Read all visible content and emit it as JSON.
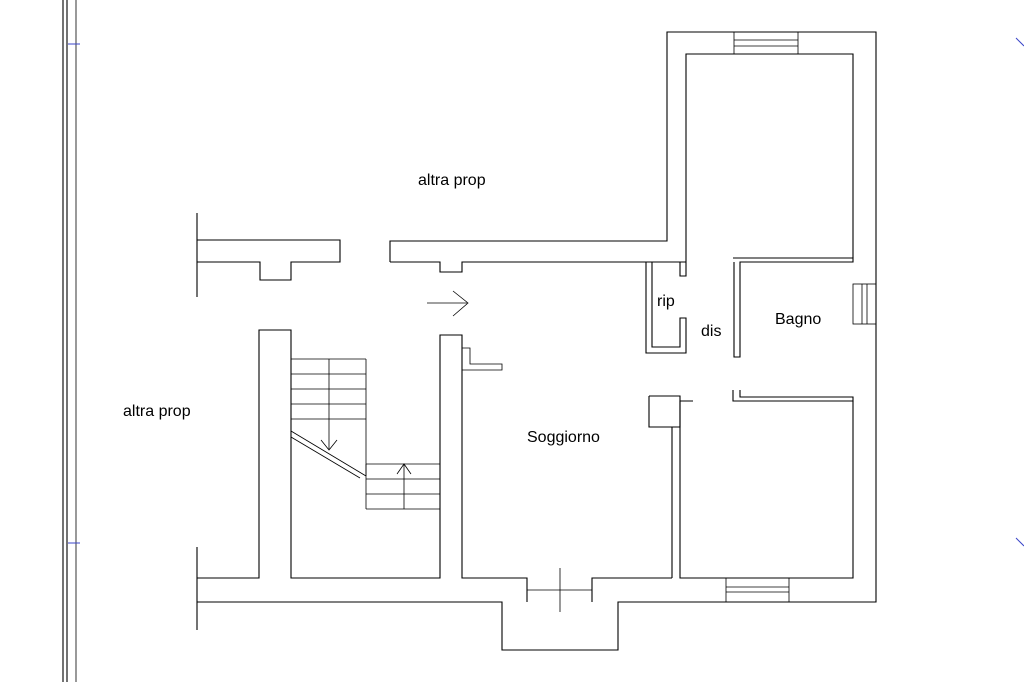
{
  "labels": {
    "altra_prop_top": "altra prop",
    "altra_prop_left": "altra prop",
    "soggiorno": "Soggiorno",
    "bagno": "Bagno",
    "rip": "rip",
    "dis": "dis"
  }
}
